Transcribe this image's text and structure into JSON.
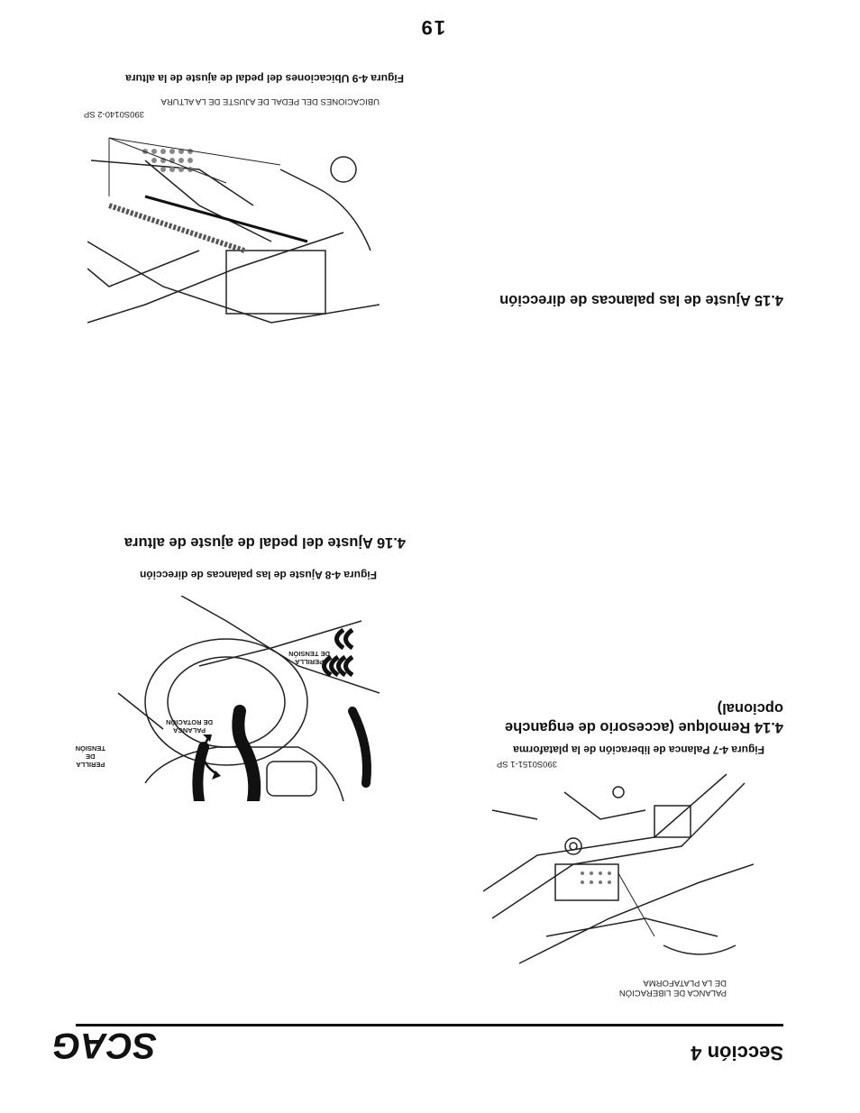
{
  "header": {
    "section_title": "Sección  4",
    "logo_text": "SCAG"
  },
  "page_number": "19",
  "left_column": {
    "fig47": {
      "code": "390S0151-1 SP",
      "caption": "Figura 4-7 Palanca de liberación de la plataforma",
      "label_lines": [
        "PALANCA DE LIBERACIÓN",
        "DE LA PLATAFORMA"
      ]
    },
    "section_414_heading": "4.14 Remolque (accesorio de enganche opcional)",
    "section_415_heading": "4.15 Ajuste de las palancas de dirección"
  },
  "right_column": {
    "fig48": {
      "caption": "Figura 4-8 Ajuste de las palancas de dirección",
      "labels": {
        "perilla_left": [
          "PERILLA",
          "DE",
          "TENSIÓN"
        ],
        "palanca": [
          "PALANCA",
          "DE ROTACIÓN"
        ],
        "perilla_right": [
          "PERILLA",
          "DE TENSIÓN"
        ]
      }
    },
    "section_416_heading": "4.16 Ajuste del pedal de ajuste de altura",
    "fig49": {
      "code": "390S0140-2 SP",
      "label": "UBICACIONES DEL PEDAL DE AJUSTE DE LA ALTURA",
      "caption": "Figura 4-9 Ubicaciones del pedal de ajuste de la altura"
    }
  }
}
